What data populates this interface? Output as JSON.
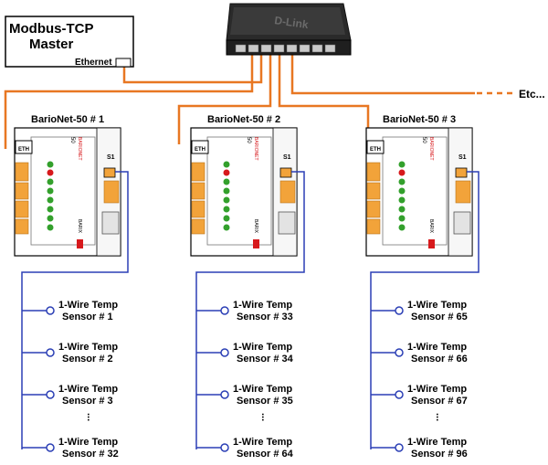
{
  "master": {
    "line1": "Modbus-TCP",
    "line2": "Master",
    "port_label": "Ethernet"
  },
  "switch": {
    "brand": "D-Link"
  },
  "etc_label": "Etc...",
  "devices": [
    {
      "title": "BarioNet-50 # 1",
      "sensors": [
        {
          "line1": "1-Wire Temp",
          "line2": "Sensor # 1"
        },
        {
          "line1": "1-Wire Temp",
          "line2": "Sensor # 2"
        },
        {
          "line1": "1-Wire Temp",
          "line2": "Sensor # 3"
        },
        {
          "line1": "1-Wire Temp",
          "line2": "Sensor # 32"
        }
      ]
    },
    {
      "title": "BarioNet-50 # 2",
      "sensors": [
        {
          "line1": "1-Wire Temp",
          "line2": "Sensor # 33"
        },
        {
          "line1": "1-Wire Temp",
          "line2": "Sensor # 34"
        },
        {
          "line1": "1-Wire Temp",
          "line2": "Sensor # 35"
        },
        {
          "line1": "1-Wire Temp",
          "line2": "Sensor # 64"
        }
      ]
    },
    {
      "title": "BarioNet-50 # 3",
      "sensors": [
        {
          "line1": "1-Wire Temp",
          "line2": "Sensor # 65"
        },
        {
          "line1": "1-Wire Temp",
          "line2": "Sensor # 66"
        },
        {
          "line1": "1-Wire Temp",
          "line2": "Sensor # 67"
        },
        {
          "line1": "1-Wire Temp",
          "line2": "Sensor # 96"
        }
      ]
    }
  ],
  "device_labels": {
    "eth": "ETH",
    "s1": "S1",
    "fifty": "50",
    "brand": "BARIONET",
    "maker": "BARIX"
  },
  "ellipsis": "...",
  "colors": {
    "ethernet": "#e87722",
    "onewire": "#2b3fb5",
    "terminal": "#f2a33a",
    "led_green": "#33a02c",
    "led_red": "#d7191c"
  }
}
